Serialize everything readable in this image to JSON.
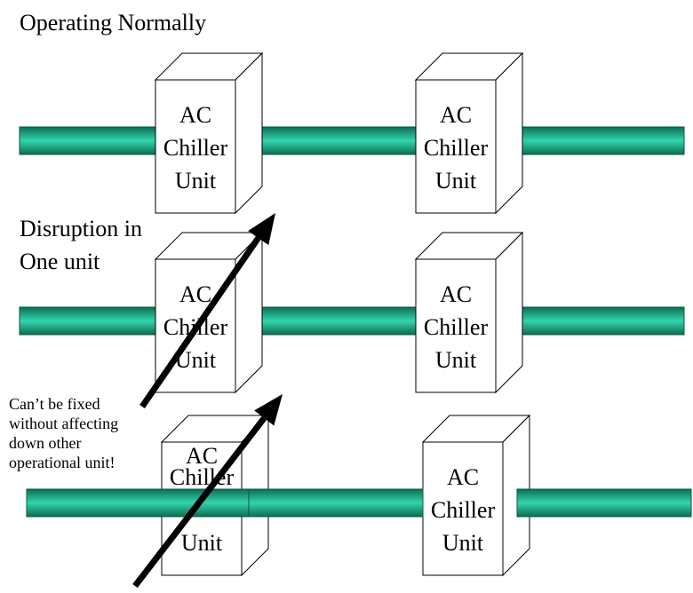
{
  "title": "Operating Normally",
  "disruption_label": [
    "Disruption in",
    "One unit"
  ],
  "note_lines": [
    "Can’t be fixed",
    "without affecting",
    "down other",
    "operational unit!"
  ],
  "unit_label": [
    "AC",
    "Chiller",
    "Unit"
  ],
  "colors": {
    "pipe_dark": "#0b6e52",
    "pipe_light": "#33d4ac",
    "arrow": "#000000"
  }
}
